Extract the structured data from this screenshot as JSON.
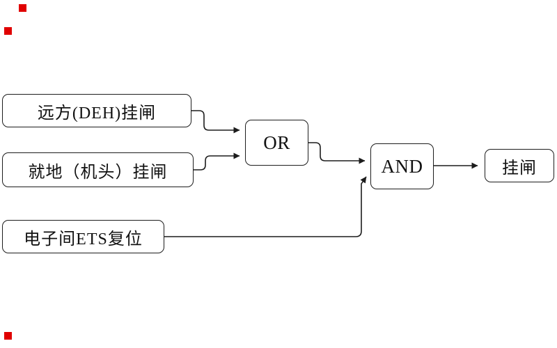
{
  "diagram": {
    "inputs": [
      {
        "label": "远方(DEH)挂闸"
      },
      {
        "label": "就地（机头）挂闸"
      },
      {
        "label": "电子间ETS复位"
      }
    ],
    "gates": [
      {
        "label": "OR"
      },
      {
        "label": "AND"
      }
    ],
    "output": {
      "label": "挂闸"
    },
    "line_color": "#1c1c1c",
    "marker_color": "#e00000"
  }
}
